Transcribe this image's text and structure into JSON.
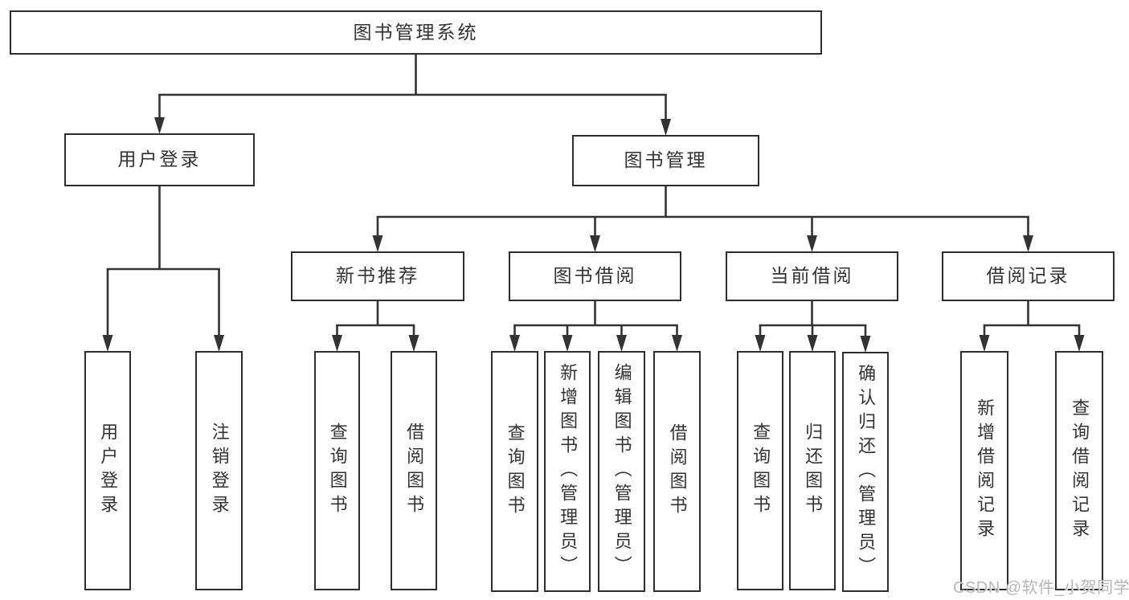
{
  "diagram": {
    "title": "图书管理系统",
    "type": "hierarchy-tree",
    "line_color": "#333333",
    "box_border_color": "#2e2e2e",
    "box_fill_color": "#ffffff",
    "text_color": "#333333"
  },
  "nodes": [
    {
      "id": "root",
      "label": "图书管理系统",
      "level": 1,
      "parent": null,
      "orientation": "horizontal"
    },
    {
      "id": "user-login-group",
      "label": "用户登录",
      "level": 2,
      "parent": "root",
      "orientation": "horizontal"
    },
    {
      "id": "book-management",
      "label": "图书管理",
      "level": 2,
      "parent": "root",
      "orientation": "horizontal"
    },
    {
      "id": "new-book-recommend",
      "label": "新书推荐",
      "level": 3,
      "parent": "book-management",
      "orientation": "horizontal"
    },
    {
      "id": "book-borrow",
      "label": "图书借阅",
      "level": 3,
      "parent": "book-management",
      "orientation": "horizontal"
    },
    {
      "id": "current-borrow",
      "label": "当前借阅",
      "level": 3,
      "parent": "book-management",
      "orientation": "horizontal"
    },
    {
      "id": "borrow-records",
      "label": "借阅记录",
      "level": 3,
      "parent": "book-management",
      "orientation": "horizontal"
    },
    {
      "id": "user-login",
      "label": "用户登录",
      "level": 4,
      "parent": "user-login-group",
      "orientation": "vertical"
    },
    {
      "id": "logout",
      "label": "注销登录",
      "level": 4,
      "parent": "user-login-group",
      "orientation": "vertical"
    },
    {
      "id": "nb-query-book",
      "label": "查询图书",
      "level": 4,
      "parent": "new-book-recommend",
      "orientation": "vertical"
    },
    {
      "id": "nb-borrow-book",
      "label": "借阅图书",
      "level": 4,
      "parent": "new-book-recommend",
      "orientation": "vertical"
    },
    {
      "id": "bb-query-book",
      "label": "查询图书",
      "level": 4,
      "parent": "book-borrow",
      "orientation": "vertical"
    },
    {
      "id": "bb-add-book",
      "label": "新增图书（管理员）",
      "level": 4,
      "parent": "book-borrow",
      "orientation": "vertical"
    },
    {
      "id": "bb-edit-book",
      "label": "编辑图书（管理员）",
      "level": 4,
      "parent": "book-borrow",
      "orientation": "vertical"
    },
    {
      "id": "bb-borrow-book",
      "label": "借阅图书",
      "level": 4,
      "parent": "book-borrow",
      "orientation": "vertical"
    },
    {
      "id": "cb-query-book",
      "label": "查询图书",
      "level": 4,
      "parent": "current-borrow",
      "orientation": "vertical"
    },
    {
      "id": "cb-return-book",
      "label": "归还图书",
      "level": 4,
      "parent": "current-borrow",
      "orientation": "vertical"
    },
    {
      "id": "cb-confirm-return",
      "label": "确认归还（管理员）",
      "level": 4,
      "parent": "current-borrow",
      "orientation": "vertical"
    },
    {
      "id": "br-add-record",
      "label": "新增借阅记录",
      "level": 4,
      "parent": "borrow-records",
      "orientation": "vertical"
    },
    {
      "id": "br-query-record",
      "label": "查询借阅记录",
      "level": 4,
      "parent": "borrow-records",
      "orientation": "vertical"
    }
  ],
  "watermark": {
    "text": "CSDN @软件_小贺同学",
    "color": "#b6b6b6"
  }
}
